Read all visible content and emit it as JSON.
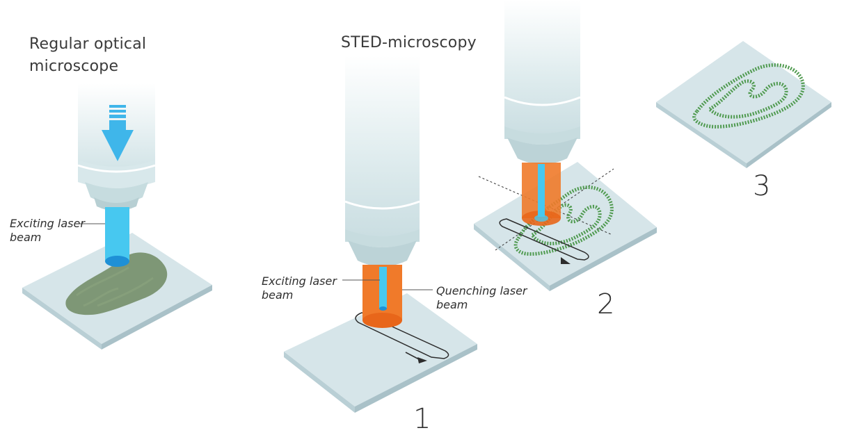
{
  "titles": {
    "regular_line1": "Regular optical",
    "regular_line2": "microscope",
    "sted": "STED-microscopy"
  },
  "labels": {
    "left_exciting_line1": "Exciting laser",
    "left_exciting_line2": "beam",
    "mid_exciting_line1": "Exciting laser",
    "mid_exciting_line2": "beam",
    "quenching_line1": "Quenching laser",
    "quenching_line2": "beam"
  },
  "steps": [
    "1",
    "2",
    "3"
  ],
  "colors": {
    "slide_top": "#d3e3e8",
    "slide_side": "#b5cbd2",
    "laser_blue": "#47c8f0",
    "laser_orange": "#f07a2a",
    "sample_green": "#6b8a5a",
    "mito_green": "#4f9a4f",
    "arrow_blue": "#3fb6ea"
  }
}
